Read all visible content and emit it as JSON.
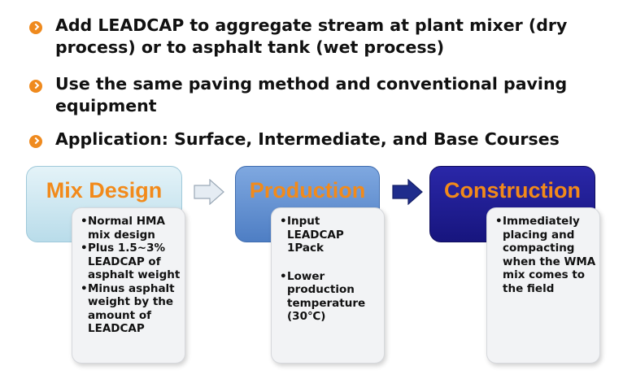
{
  "bullets": [
    "Add LEADCAP to aggregate stream at plant mixer (dry process) or to asphalt tank (wet process)",
    "Use the same paving method and conventional paving equipment",
    "Application: Surface, Intermediate, and Base Courses"
  ],
  "steps": [
    {
      "title": "Mix Design",
      "items": [
        "Normal HMA mix design",
        "Plus 1.5~3% LEADCAP of asphalt weight",
        "Minus asphalt weight by the amount of LEADCAP"
      ]
    },
    {
      "title": "Production",
      "items": [
        "Input LEADCAP 1Pack",
        "Lower production temperature (30℃)"
      ]
    },
    {
      "title": "Construction",
      "items": [
        "Immediately placing and compacting when the WMA mix comes to the field"
      ]
    }
  ],
  "colors": {
    "bullet": "#ef8a1e",
    "step_title_orange": "#f28a1a",
    "construction_bg": "#1d1b93",
    "production_bg": "#5f8fd0",
    "mixdesign_bg": "#c9e6f0"
  }
}
